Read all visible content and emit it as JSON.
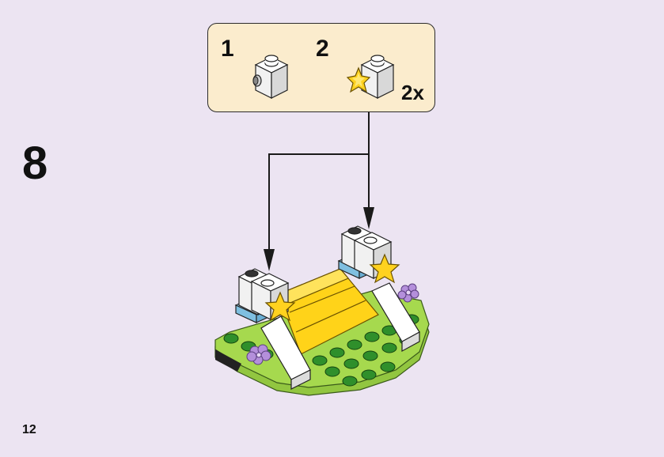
{
  "step": {
    "number": "8"
  },
  "page": {
    "number": "12"
  },
  "callout": {
    "sub_steps": [
      {
        "number": "1"
      },
      {
        "number": "2",
        "quantity": "2x"
      }
    ]
  },
  "colors": {
    "background": "#ece4f2",
    "callout": "#fbeccd",
    "baseplate": "#a6d94e",
    "stud": "#2f8f2b",
    "ramp": "#ffd319",
    "stair_white": "#ffffff",
    "blue_plate": "#a8d6ee",
    "star": "#ffd21f",
    "flower": "#b48fdb"
  },
  "icons": [
    "arrow-down-icon",
    "white-brick-icon",
    "star-brick-icon"
  ]
}
